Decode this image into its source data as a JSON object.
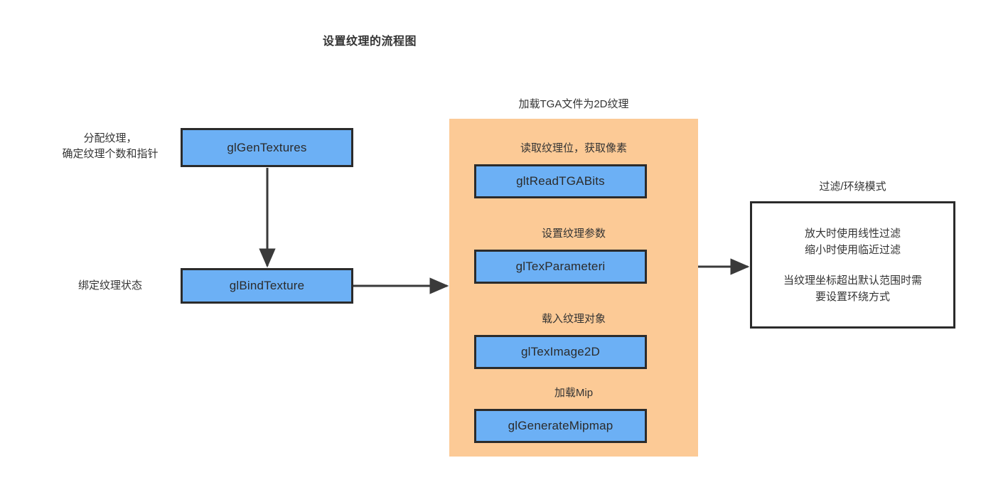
{
  "title": "设置纹理的流程图",
  "theme": {
    "node_fill": "#6cb0f5",
    "node_stroke": "#2b2b2b",
    "group_fill": "#fcca96",
    "note_fill": "#ffffff",
    "text_color": "#333333",
    "connector_color": "#3a3a3a",
    "background": "#ffffff"
  },
  "left_column": {
    "steps": [
      {
        "caption": "分配纹理，\n确定纹理个数和指针",
        "node_label": "glGenTextures"
      },
      {
        "caption": "绑定纹理状态",
        "node_label": "glBindTexture"
      }
    ]
  },
  "group": {
    "header": "加载TGA文件为2D纹理",
    "items": [
      {
        "caption": "读取纹理位，获取像素",
        "node_label": "gltReadTGABits"
      },
      {
        "caption": "设置纹理参数",
        "node_label": "glTexParameteri"
      },
      {
        "caption": "载入纹理对象",
        "node_label": "glTexImage2D"
      },
      {
        "caption": "加载Mip",
        "node_label": "glGenerateMipmap"
      }
    ]
  },
  "note": {
    "header": "过滤/环绕模式",
    "paragraphs": [
      "放大时使用线性过滤\n缩小时使用临近过滤",
      "当纹理坐标超出默认范围时需\n要设置环绕方式"
    ]
  },
  "connectors": [
    {
      "name": "gen-to-bind",
      "from": "glGenTextures",
      "to": "glBindTexture",
      "direction": "down"
    },
    {
      "name": "bind-to-group",
      "from": "glBindTexture",
      "to": "加载TGA文件为2D纹理",
      "direction": "right"
    },
    {
      "name": "texparam-to-note",
      "from": "glTexParameteri",
      "to": "过滤/环绕模式",
      "direction": "right"
    }
  ]
}
